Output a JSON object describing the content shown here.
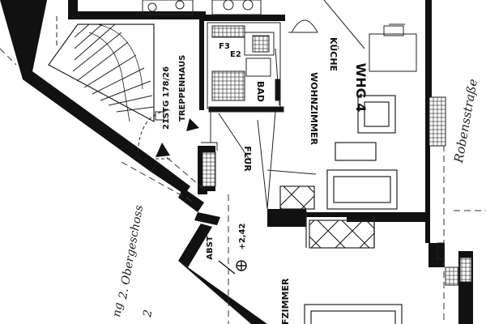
{
  "labels": {
    "kitchen": "KÜCHE",
    "stair_count": "21STG  178/26",
    "stairwell": "TREPPENHAUS",
    "bath_f": "F3",
    "bath_e": "E2",
    "bath": "BAD",
    "apartment": "WHG 4",
    "living_room": "WOHNZIMMER",
    "hallway": "FLUR",
    "abstell": "ABST",
    "elevation": "+2,42",
    "bedroom": "LAFZIMMER"
  },
  "handwriting": {
    "street": "Robensstraße",
    "floor": "2. Obergeschoss",
    "corner_left": "ng",
    "corner_num": "2"
  }
}
